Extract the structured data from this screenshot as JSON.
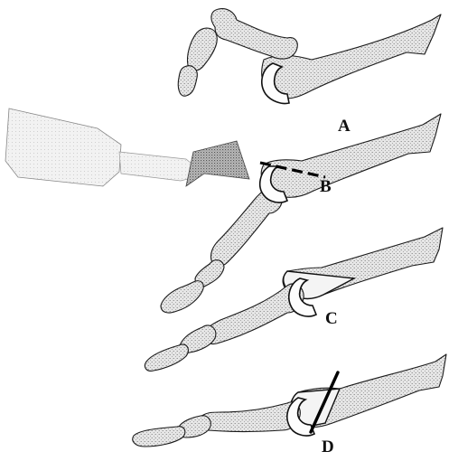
{
  "figure": {
    "panels": [
      {
        "id": "A",
        "label": "A"
      },
      {
        "id": "B",
        "label": "B"
      },
      {
        "id": "C",
        "label": "C"
      },
      {
        "id": "D",
        "label": "D"
      }
    ]
  },
  "colors": {
    "bone_fill": "#e4e4e4",
    "outline": "#1a1a1a",
    "saw_blade": "#8a8a8a",
    "osteotomy_line": "#000000"
  }
}
